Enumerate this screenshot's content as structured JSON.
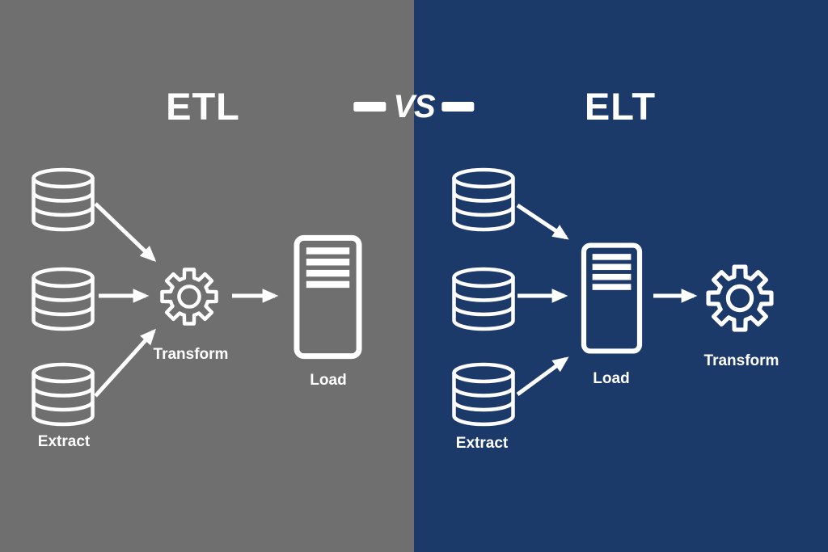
{
  "header": {
    "vs_label": "VS"
  },
  "colors": {
    "left_bg": "#6f6f6f",
    "right_bg": "#1c3a69",
    "fg": "#ffffff"
  },
  "left": {
    "title": "ETL",
    "extract": "Extract",
    "transform": "Transform",
    "load": "Load"
  },
  "right": {
    "title": "ELT",
    "extract": "Extract",
    "transform": "Transform",
    "load": "Load"
  }
}
